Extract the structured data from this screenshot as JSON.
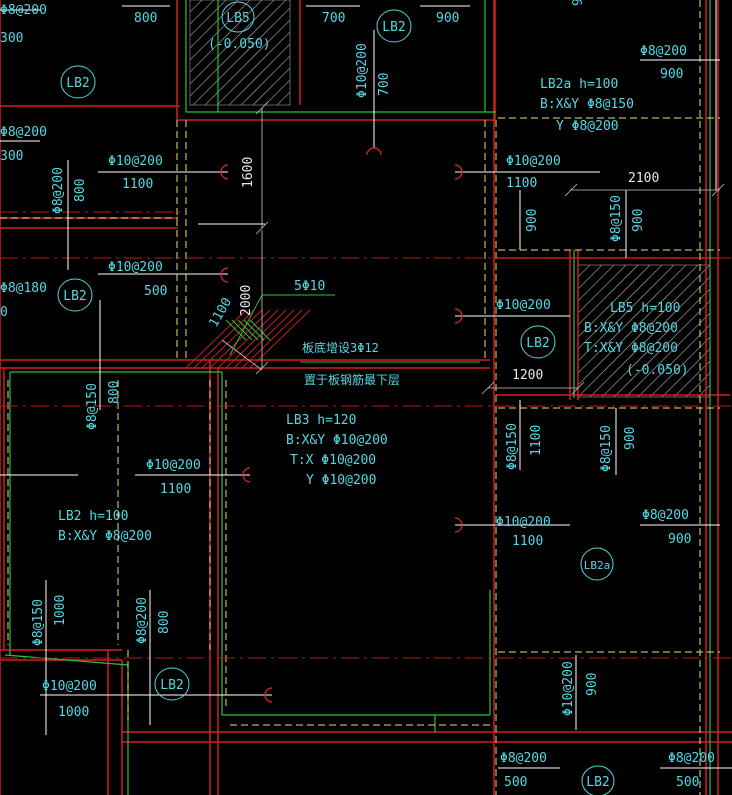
{
  "slab_tags": [
    "LB5",
    "LB2",
    "LB2",
    "LB2",
    "LB2",
    "LB2",
    "LB2a",
    "LB2"
  ],
  "slab_heights": [
    "(-0.050)",
    "(-0.050)"
  ],
  "bars": {
    "b200a": "Φ8@200",
    "b200b": "Φ8@200",
    "b200c": "Φ8@200",
    "b200d": "Φ8@200",
    "b200e": "Φ8@200",
    "b200f": "Φ8@200",
    "b200g": "Φ8@200",
    "b10a": "Φ10@200",
    "b10b": "Φ10@200",
    "b10c": "Φ10@200",
    "b10d": "Φ10@200",
    "b10e": "Φ10@200",
    "b10f": "Φ10@200",
    "b10g": "Φ10@200",
    "b10h": "Φ10@200",
    "b10i": "Φ10@200",
    "b8_150a": "Φ8@150",
    "b8_150b": "Φ8@150",
    "b8_150c": "Φ8@150",
    "b8_150d": "Φ8@150",
    "b8_150e": "Φ8@150",
    "b8_180": "Φ8@180",
    "b5": "5Φ10"
  },
  "lengths": {
    "l800a": "800",
    "l700": "700",
    "l900a": "900",
    "l300a": "300",
    "l300b": "300",
    "l1100a": "1100",
    "l800b": "800",
    "l1100b": "1100",
    "l900b": "900",
    "l900c": "900",
    "l500a": "500",
    "l1100c": "1100",
    "l800c": "800",
    "l1100d": "1100",
    "l900d": "900",
    "l900e": "900",
    "l1100e": "1100",
    "l900f": "900",
    "l1000a": "1000",
    "l800d": "800",
    "l1000b": "1000",
    "l900g": "900",
    "l500b": "500",
    "l500c": "500",
    "l900h": "900",
    "l700b": "700",
    "l0": "0"
  },
  "dims": {
    "d1600": "1600",
    "d2100": "2100",
    "d2000": "2000",
    "d1100": "1100",
    "d1200": "1200"
  },
  "notes": {
    "lb2a_title": "LB2a h=100",
    "lb2a_b": "B:X&Y Φ8@150",
    "lb2a_y": "Y Φ8@200",
    "lb5_title": "LB5 h=100",
    "lb5_b": "B:X&Y Φ8@200",
    "lb5_t": "T:X&Y Φ8@200",
    "lb3_title": "LB3 h=120",
    "lb3_b": "B:X&Y Φ10@200",
    "lb3_tx": "T:X Φ10@200",
    "lb3_ty": "Y Φ10@200",
    "lb2_title": "LB2 h=100",
    "lb2_b": "B:X&Y Φ8@200",
    "board_add": "板底增设3Φ12",
    "board_place": "置于板钢筋最下层"
  }
}
